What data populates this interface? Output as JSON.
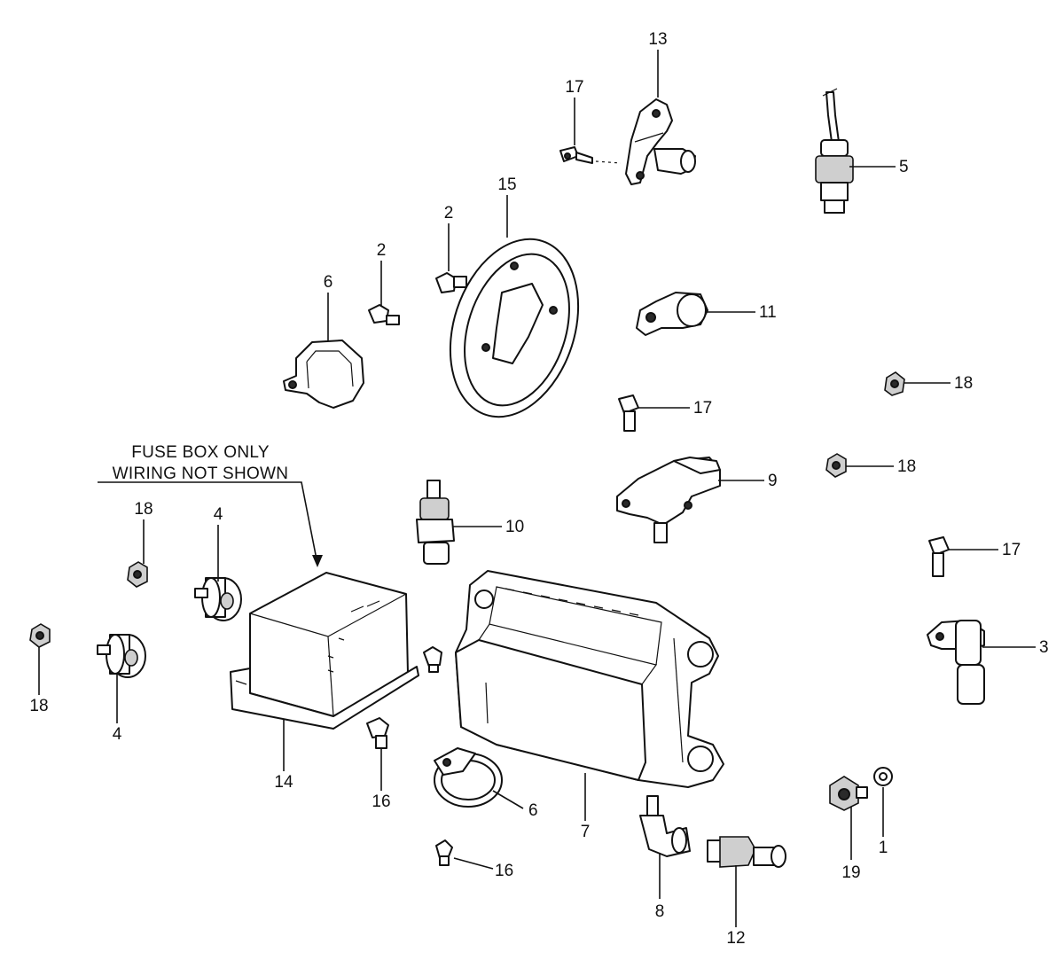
{
  "note": {
    "line1": "FUSE BOX ONLY",
    "line2": "WIRING NOT SHOWN"
  },
  "callouts": [
    {
      "id": "c13",
      "label": "13"
    },
    {
      "id": "c17a",
      "label": "17"
    },
    {
      "id": "c5",
      "label": "5"
    },
    {
      "id": "c15",
      "label": "15"
    },
    {
      "id": "c2a",
      "label": "2"
    },
    {
      "id": "c2b",
      "label": "2"
    },
    {
      "id": "c6a",
      "label": "6"
    },
    {
      "id": "c11",
      "label": "11"
    },
    {
      "id": "c17b",
      "label": "17"
    },
    {
      "id": "c18a",
      "label": "18"
    },
    {
      "id": "c18b",
      "label": "18"
    },
    {
      "id": "c9",
      "label": "9"
    },
    {
      "id": "c10",
      "label": "10"
    },
    {
      "id": "c17c",
      "label": "17"
    },
    {
      "id": "c18c",
      "label": "18"
    },
    {
      "id": "c4a",
      "label": "4"
    },
    {
      "id": "c18d",
      "label": "18"
    },
    {
      "id": "c4b",
      "label": "4"
    },
    {
      "id": "c3",
      "label": "3"
    },
    {
      "id": "c14",
      "label": "14"
    },
    {
      "id": "c16a",
      "label": "16"
    },
    {
      "id": "c6b",
      "label": "6"
    },
    {
      "id": "c7",
      "label": "7"
    },
    {
      "id": "c1",
      "label": "1"
    },
    {
      "id": "c19",
      "label": "19"
    },
    {
      "id": "c16b",
      "label": "16"
    },
    {
      "id": "c8",
      "label": "8"
    },
    {
      "id": "c12",
      "label": "12"
    }
  ]
}
